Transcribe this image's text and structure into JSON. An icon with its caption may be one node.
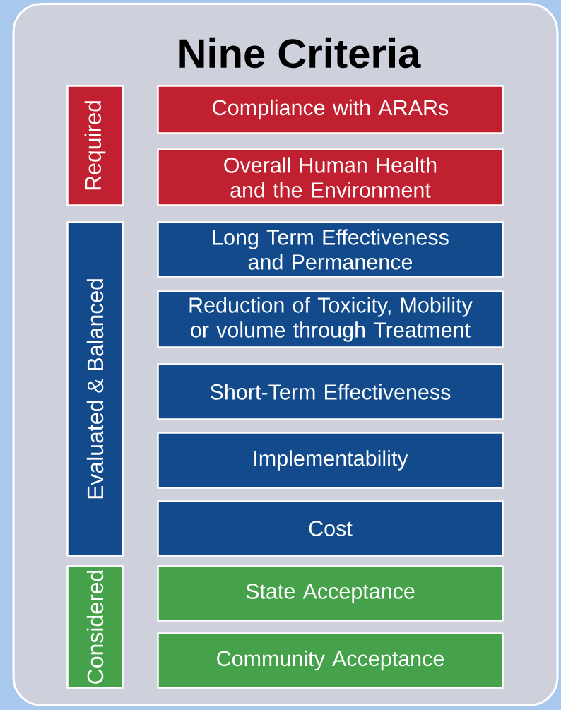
{
  "diagram": {
    "nodes": [
      {
        "text": [
          "Nine Criteria"
        ]
      },
      {
        "text": [
          "Required"
        ],
        "in": 0
      },
      {
        "text": [
          "Compliance with ARARs"
        ],
        "in": 0
      },
      {
        "text": [
          "Overall Human Health and the Environment"
        ],
        "in": 0
      },
      {
        "text": [
          "Evaluated & Balanced"
        ],
        "in": 0
      },
      {
        "text": [
          "Long Term Effectiveness and Permanence"
        ],
        "in": 0
      },
      {
        "text": [
          "Reduction of Toxicity, Mobility or volume through Treatment"
        ],
        "in": 0
      },
      {
        "text": [
          "Short-Term Effectiveness"
        ],
        "in": 0
      },
      {
        "text": [
          "Implementability"
        ],
        "in": 0
      },
      {
        "text": [
          "Cost"
        ],
        "in": 0
      },
      {
        "text": [
          "Considered"
        ],
        "in": 0
      },
      {
        "text": [
          "State Acceptance"
        ],
        "in": 0
      },
      {
        "text": [
          "Community Acceptance"
        ],
        "in": 0
      }
    ]
  }
}
